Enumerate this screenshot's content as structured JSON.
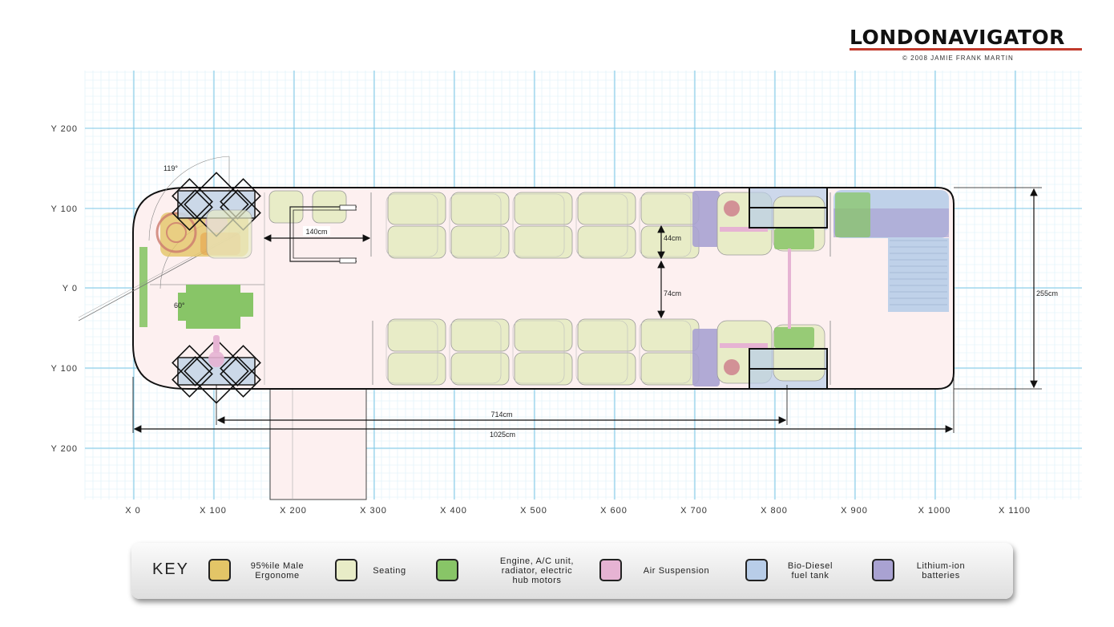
{
  "logo": {
    "wordmark": "LONDONAVIGATOR",
    "copyright": "© 2008 JAMIE FRANK MARTIN",
    "accent_color": "#c0392b"
  },
  "axes": {
    "x_labels": [
      "X 0",
      "X 100",
      "X 200",
      "X 300",
      "X 400",
      "X 500",
      "X 600",
      "X 700",
      "X 800",
      "X 900",
      "X 1000",
      "X 1100"
    ],
    "y_labels": [
      "Y 200",
      "Y 100",
      "Y 0",
      "Y 100",
      "Y 200"
    ]
  },
  "dimensions": {
    "aisle_width": "74cm",
    "seat_pitch": "44cm",
    "door_width": "140cm",
    "body_width": "255cm",
    "axle_length": "714cm",
    "overall_length": "1025cm",
    "steer_angle": "119°",
    "view_angle": "60°"
  },
  "key": {
    "title": "KEY",
    "items": [
      {
        "label": "95%ile Male\nErgonome",
        "color": "#e3c567",
        "icon": "swatch-ergonome"
      },
      {
        "label": "Seating",
        "color": "#e8ecc7",
        "icon": "swatch-seating"
      },
      {
        "label": "Engine, A/C unit,\nradiator, electric\nhub motors",
        "color": "#88c567",
        "icon": "swatch-engine"
      },
      {
        "label": "Air Suspension",
        "color": "#e6b3d3",
        "icon": "swatch-suspension"
      },
      {
        "label": "Bio-Diesel\nfuel tank",
        "color": "#b8cde8",
        "icon": "swatch-fuel"
      },
      {
        "label": "Lithium-ion\nbatteries",
        "color": "#a9a2d2",
        "icon": "swatch-batteries"
      }
    ]
  },
  "colors": {
    "grid_major": "#7cc7e6",
    "grid_minor": "#dcf0f8",
    "interior": "#fdf0f0"
  }
}
